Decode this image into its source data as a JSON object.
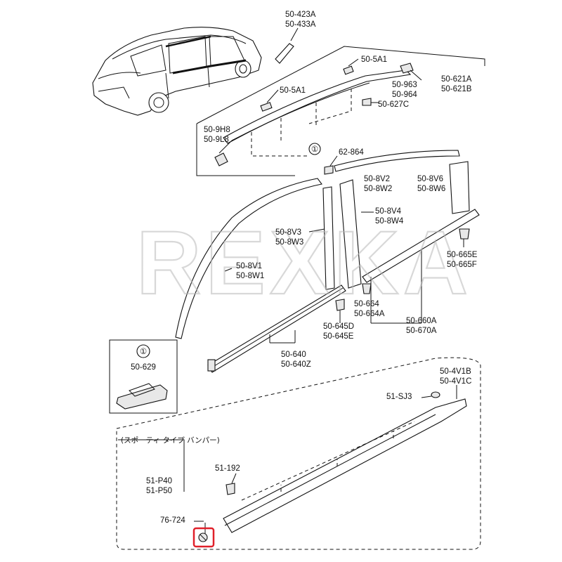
{
  "watermark": "REXKA",
  "callout_symbol": "①",
  "detail_box": {
    "title_symbol": "①",
    "part": "50-629"
  },
  "variant_note": "(スポーティ タイプ バンパー)",
  "labels": {
    "p_423": [
      "50-423A",
      "50-433A"
    ],
    "p_5a1_top": "50-5A1",
    "p_5a1_left": "50-5A1",
    "p_963": [
      "50-963",
      "50-964"
    ],
    "p_621": [
      "50-621A",
      "50-621B"
    ],
    "p_627c": "50-627C",
    "p_9h8": [
      "50-9H8",
      "50-9L8"
    ],
    "p_62864": "62-864",
    "p_8v2": [
      "50-8V2",
      "50-8W2"
    ],
    "p_8v6": [
      "50-8V6",
      "50-8W6"
    ],
    "p_8v4": [
      "50-8V4",
      "50-8W4"
    ],
    "p_8v3": [
      "50-8V3",
      "50-8W3"
    ],
    "p_8v1": [
      "50-8V1",
      "50-8W1"
    ],
    "p_665": [
      "50-665E",
      "50-665F"
    ],
    "p_664": [
      "50-664",
      "50-664A"
    ],
    "p_645": [
      "50-645D",
      "50-645E"
    ],
    "p_660": [
      "50-660A",
      "50-670A"
    ],
    "p_640": [
      "50-640",
      "50-640Z"
    ],
    "p_4v1": [
      "50-4V1B",
      "50-4V1C"
    ],
    "p_sj3": "51-SJ3",
    "p_192": "51-192",
    "p_p40": [
      "51-P40",
      "51-P50"
    ],
    "p_76724": "76-724"
  },
  "colors": {
    "highlight": "#e0202a",
    "line": "#111111",
    "watermark": "#b9b9b9"
  }
}
